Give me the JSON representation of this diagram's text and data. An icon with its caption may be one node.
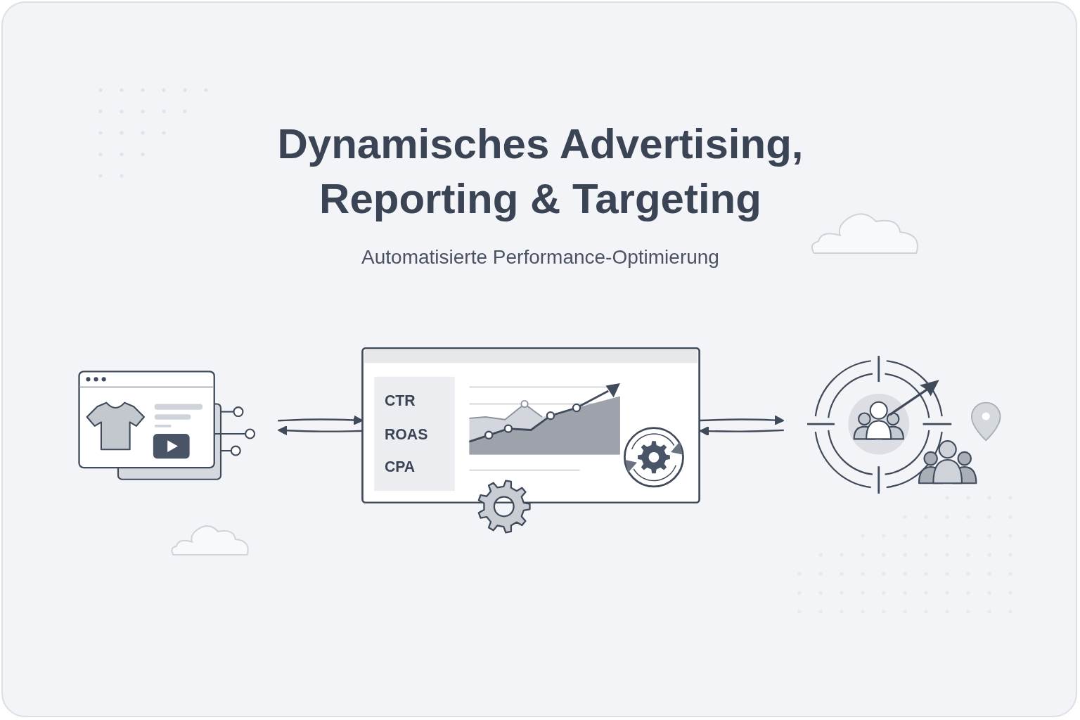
{
  "diagram": {
    "title": "Dynamisches Advertising, Reporting & Targeting",
    "nodes": [
      {
        "text": [],
        "shape": "picture"
      },
      {
        "text": [
          "CTR",
          "ROAS",
          "CPA"
        ]
      },
      {
        "text": [],
        "shape": "picture"
      }
    ],
    "edges": [
      {
        "from": 0,
        "to": 1,
        "arrow": "to"
      },
      {
        "from": 1,
        "to": 2,
        "arrow": "to"
      },
      {
        "from": 2,
        "to": 1,
        "arrow": "to"
      },
      {
        "from": 1,
        "to": 0,
        "arrow": "to"
      }
    ],
    "labels": [
      "Automatisierte Performance-Optimierung"
    ]
  }
}
